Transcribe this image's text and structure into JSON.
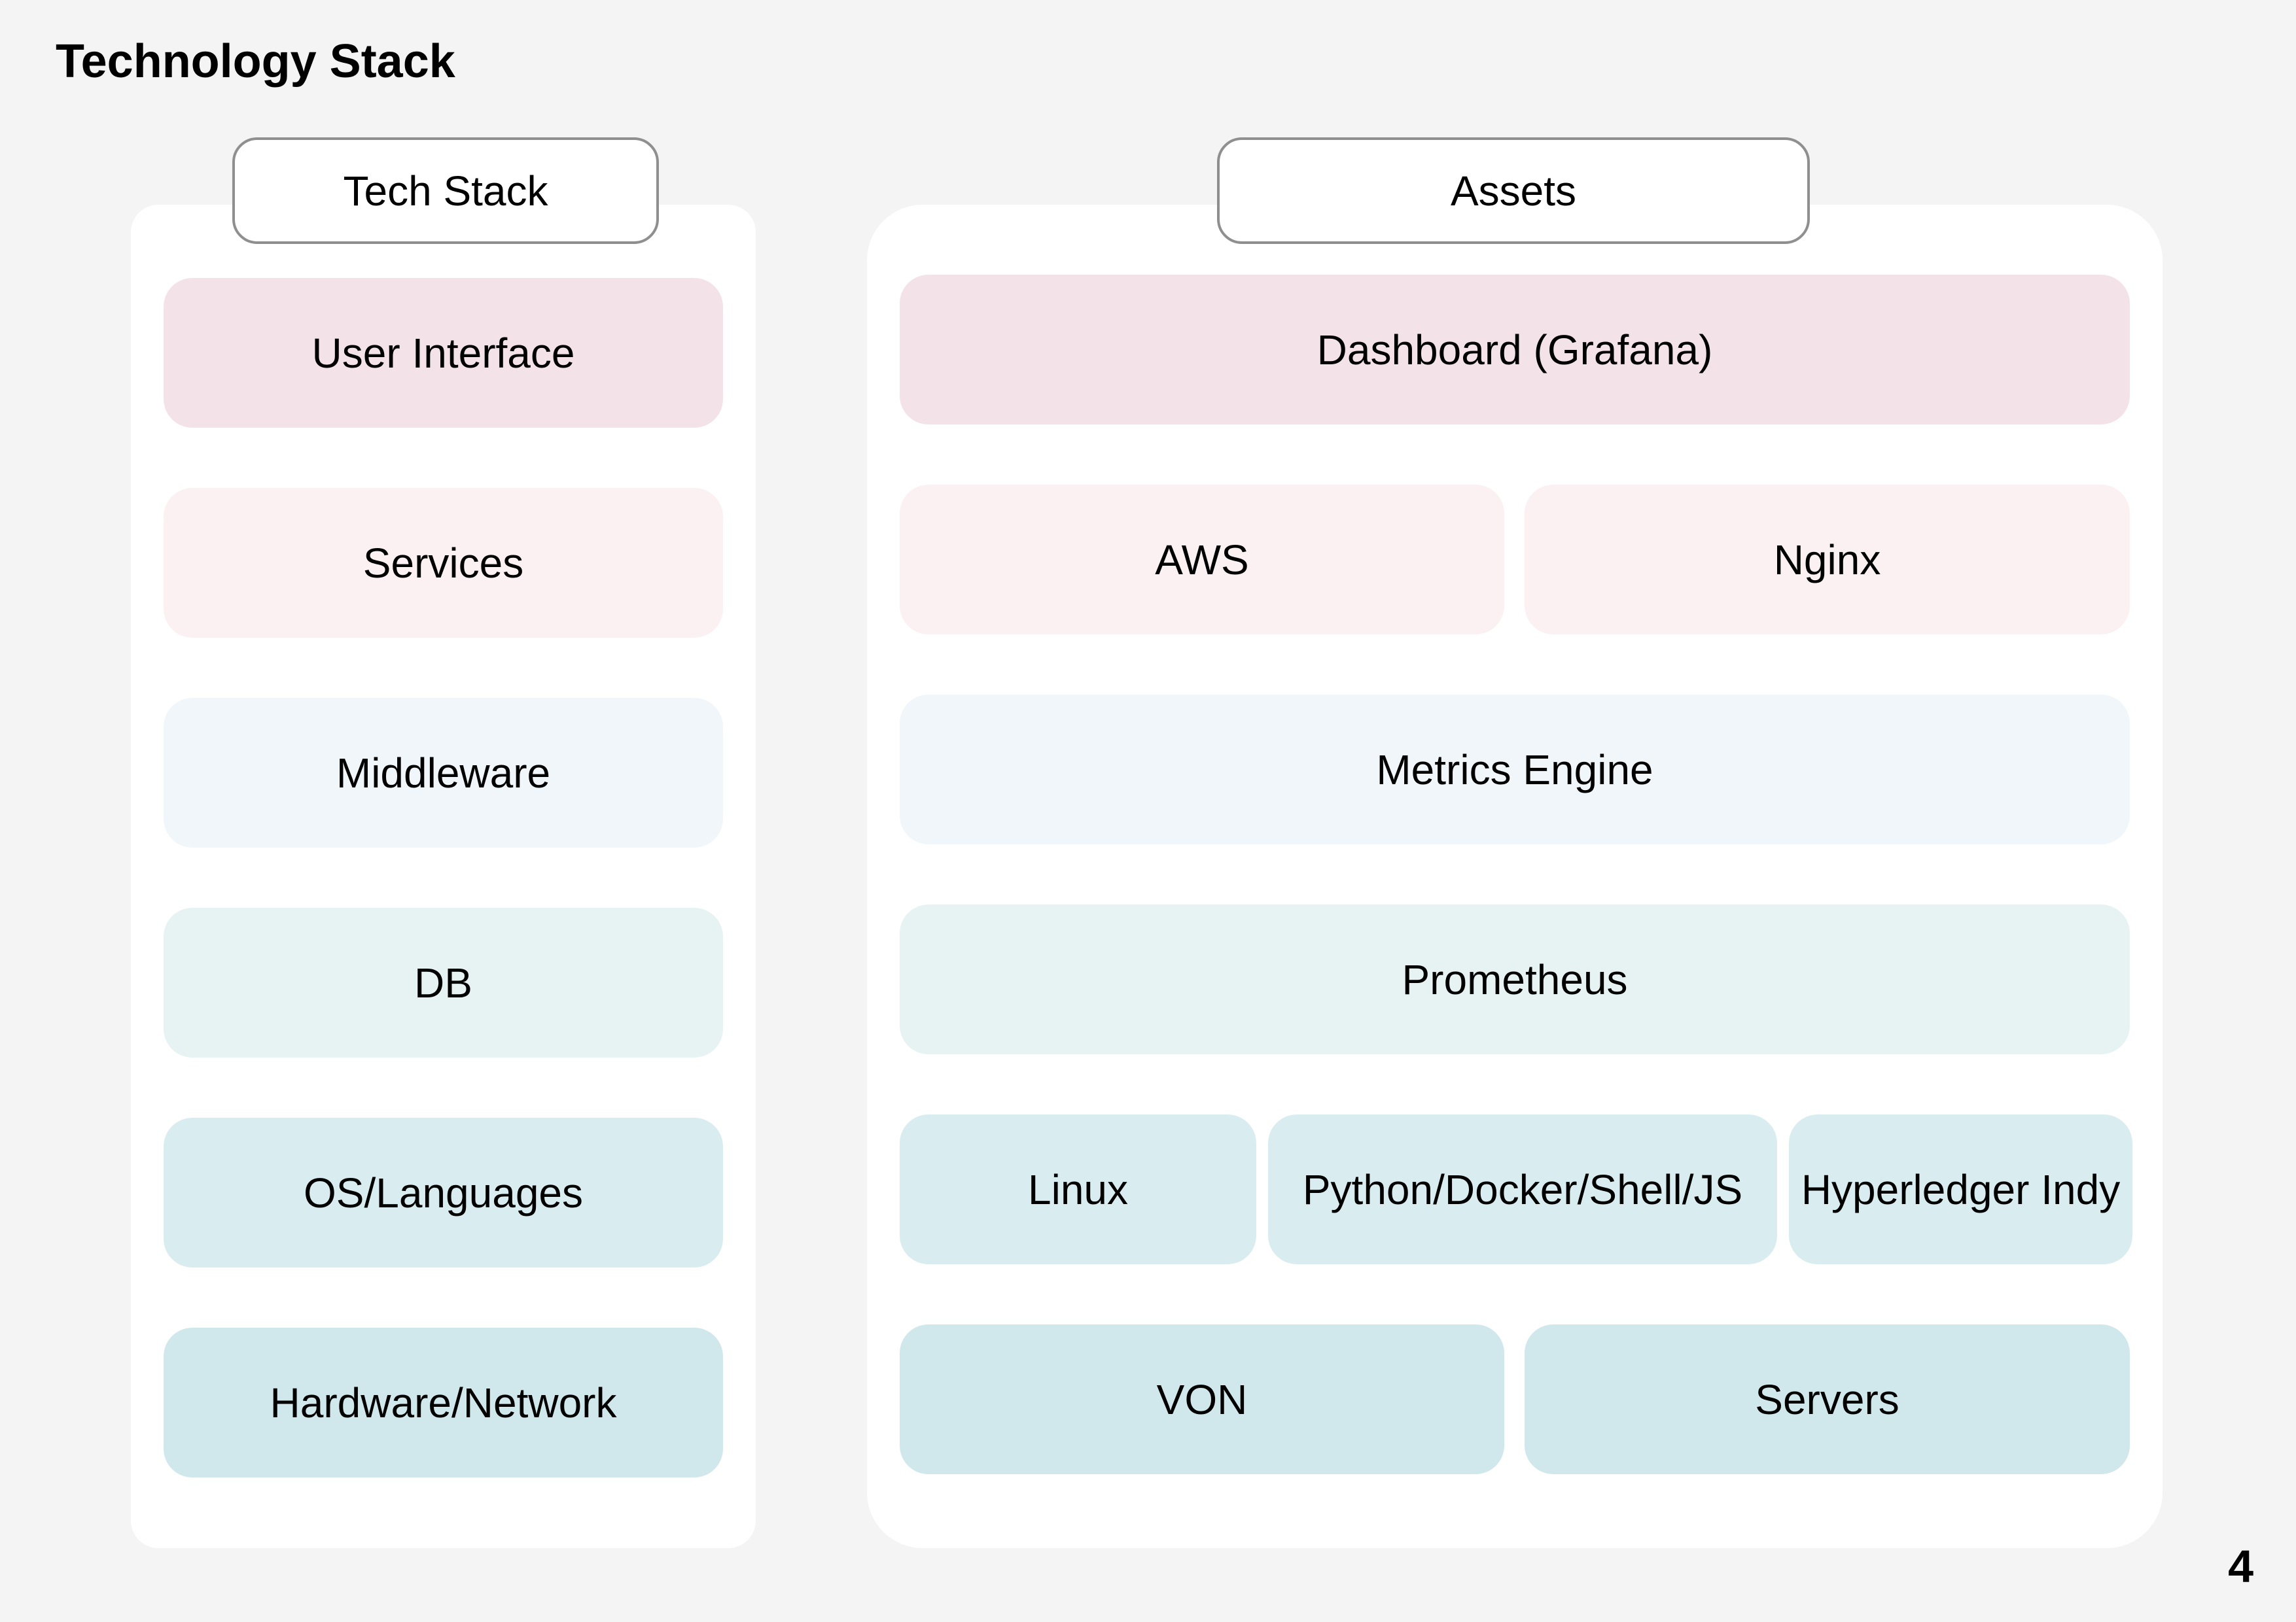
{
  "page": {
    "title": "Technology Stack",
    "page_number": "4"
  },
  "colors": {
    "background": "#f4f4f4",
    "panel": "#ffffff",
    "header_border": "#8f8f8f",
    "layer_ui": "#f3e3e8",
    "layer_services": "#fbf1f2",
    "layer_middleware": "#f1f6fa",
    "layer_db": "#e6f3f2",
    "layer_os": "#d9edf0",
    "layer_hardware": "#d0e8ec"
  },
  "tech_stack": {
    "header": "Tech Stack",
    "layers": [
      {
        "label": "User Interface",
        "color": "#f3e3e8"
      },
      {
        "label": "Services",
        "color": "#fbf1f2"
      },
      {
        "label": "Middleware",
        "color": "#f1f6fa"
      },
      {
        "label": "DB",
        "color": "#e6f3f2"
      },
      {
        "label": "OS/Languages",
        "color": "#d9edf0"
      },
      {
        "label": "Hardware/Network",
        "color": "#d0e8ec"
      }
    ]
  },
  "assets": {
    "header": "Assets",
    "rows": [
      {
        "items": [
          "Dashboard (Grafana)"
        ],
        "color": "#f3e3e8"
      },
      {
        "items": [
          "AWS",
          "Nginx"
        ],
        "color": "#fbf1f2"
      },
      {
        "items": [
          "Metrics Engine"
        ],
        "color": "#f1f6fa"
      },
      {
        "items": [
          "Prometheus"
        ],
        "color": "#e6f3f2"
      },
      {
        "items": [
          "Linux",
          "Python/Docker/Shell/JS",
          "Hyperledger Indy"
        ],
        "color": "#d9edf0"
      },
      {
        "items": [
          "VON",
          "Servers"
        ],
        "color": "#d0e8ec"
      }
    ]
  }
}
